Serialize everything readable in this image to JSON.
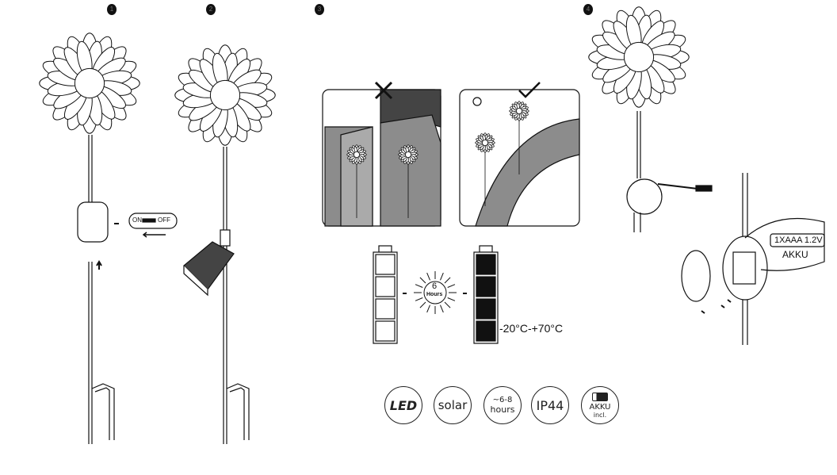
{
  "steps": [
    "1",
    "2",
    "3",
    "4"
  ],
  "switch": {
    "on": "ON",
    "off": "OFF"
  },
  "charge": {
    "hours_value": "6",
    "hours_label": "Hours",
    "temperature_range": "-20°C-+70°C"
  },
  "battery_label": {
    "type": "1XAAA 1.2V",
    "kind": "AKKU"
  },
  "badges": {
    "led": "LED",
    "solar": "solar",
    "runtime_1": "~6-8",
    "runtime_2": "hours",
    "ip": "IP44",
    "akku_1": "AKKU",
    "akku_2": "incl."
  },
  "colors": {
    "ink": "#111111",
    "shade": "#8c8c8c",
    "dark": "#555555"
  }
}
